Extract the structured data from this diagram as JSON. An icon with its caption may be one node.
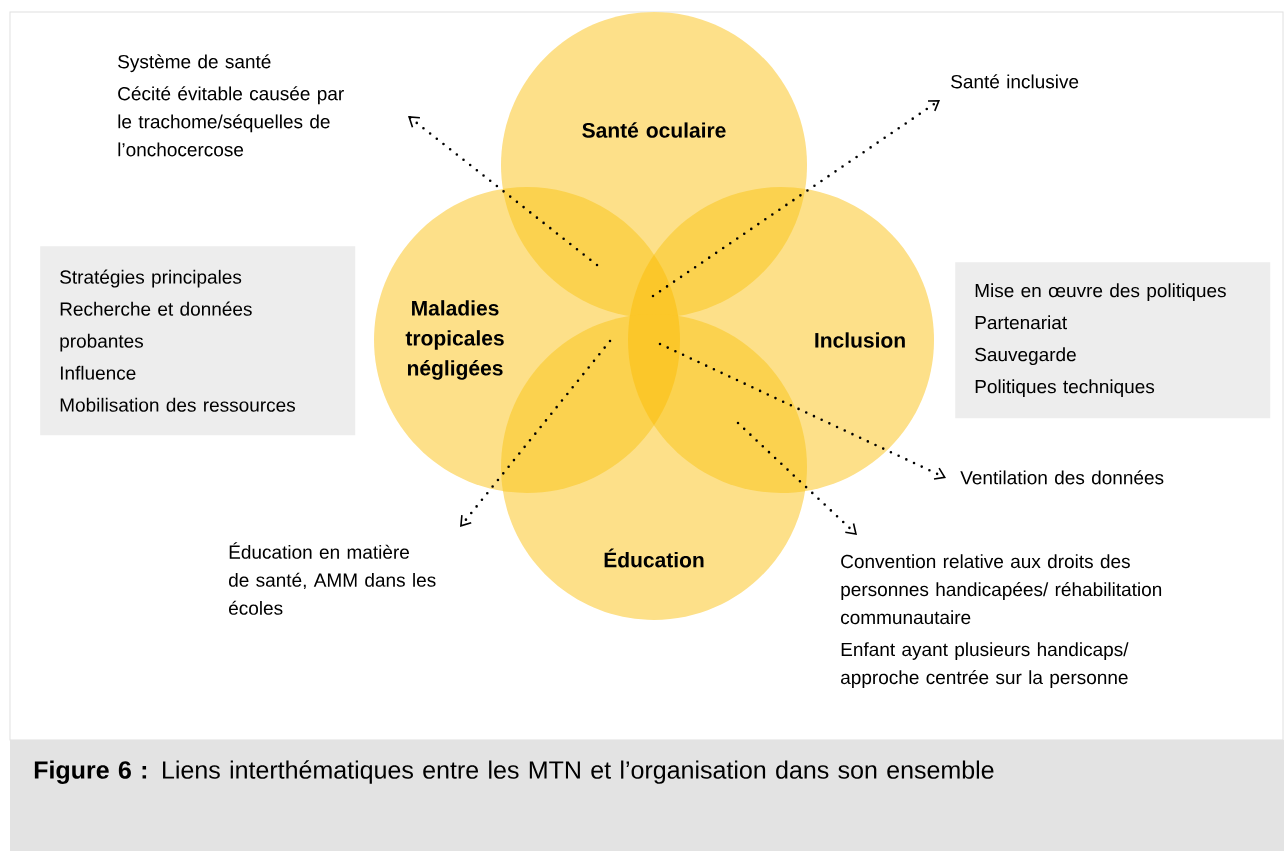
{
  "diagram": {
    "caption": "**Figure 6 :** Liens interthématiques entre les MTN et l’organisation dans son ensemble",
    "nodes": [
      {
        "text": [
          "Système de santé",
          "Cécité évitable causée par le trachome/séquelles de l’onchocercose"
        ]
      },
      {
        "text": [
          "Santé oculaire"
        ]
      },
      {
        "text": [
          "Santé inclusive"
        ]
      },
      {
        "text": [
          "Stratégies principales",
          "Recherche et données probantes",
          "Influence",
          "Mobilisation des ressources"
        ]
      },
      {
        "text": [
          "Maladies tropicales négligées"
        ]
      },
      {
        "text": [
          "Inclusion"
        ]
      },
      {
        "text": [
          "Mise en œuvre des politiques",
          "Partenariat",
          "Sauvegarde",
          "Politiques techniques"
        ]
      },
      {
        "text": [
          "Ventilation des données"
        ]
      },
      {
        "text": [
          "Éducation"
        ]
      },
      {
        "text": [
          "Éducation en matière de santé, AMM dans les écoles"
        ]
      },
      {
        "text": [
          "Convention relative aux droits des personnes handicapées/ réhabilitation communautaire",
          "Enfant ayant plusieurs handicaps/ approche centrée sur la personne"
        ]
      }
    ],
    "edges": [
      {
        "from": null,
        "to": 0,
        "arrow": "to",
        "style": "dashed"
      },
      {
        "from": null,
        "to": 2,
        "arrow": "to",
        "style": "dashed"
      },
      {
        "from": null,
        "to": 9,
        "arrow": "to",
        "style": "dashed"
      },
      {
        "from": null,
        "to": 7,
        "arrow": "to",
        "style": "dashed"
      },
      {
        "from": null,
        "to": 10,
        "arrow": "to",
        "style": "dashed"
      }
    ]
  }
}
